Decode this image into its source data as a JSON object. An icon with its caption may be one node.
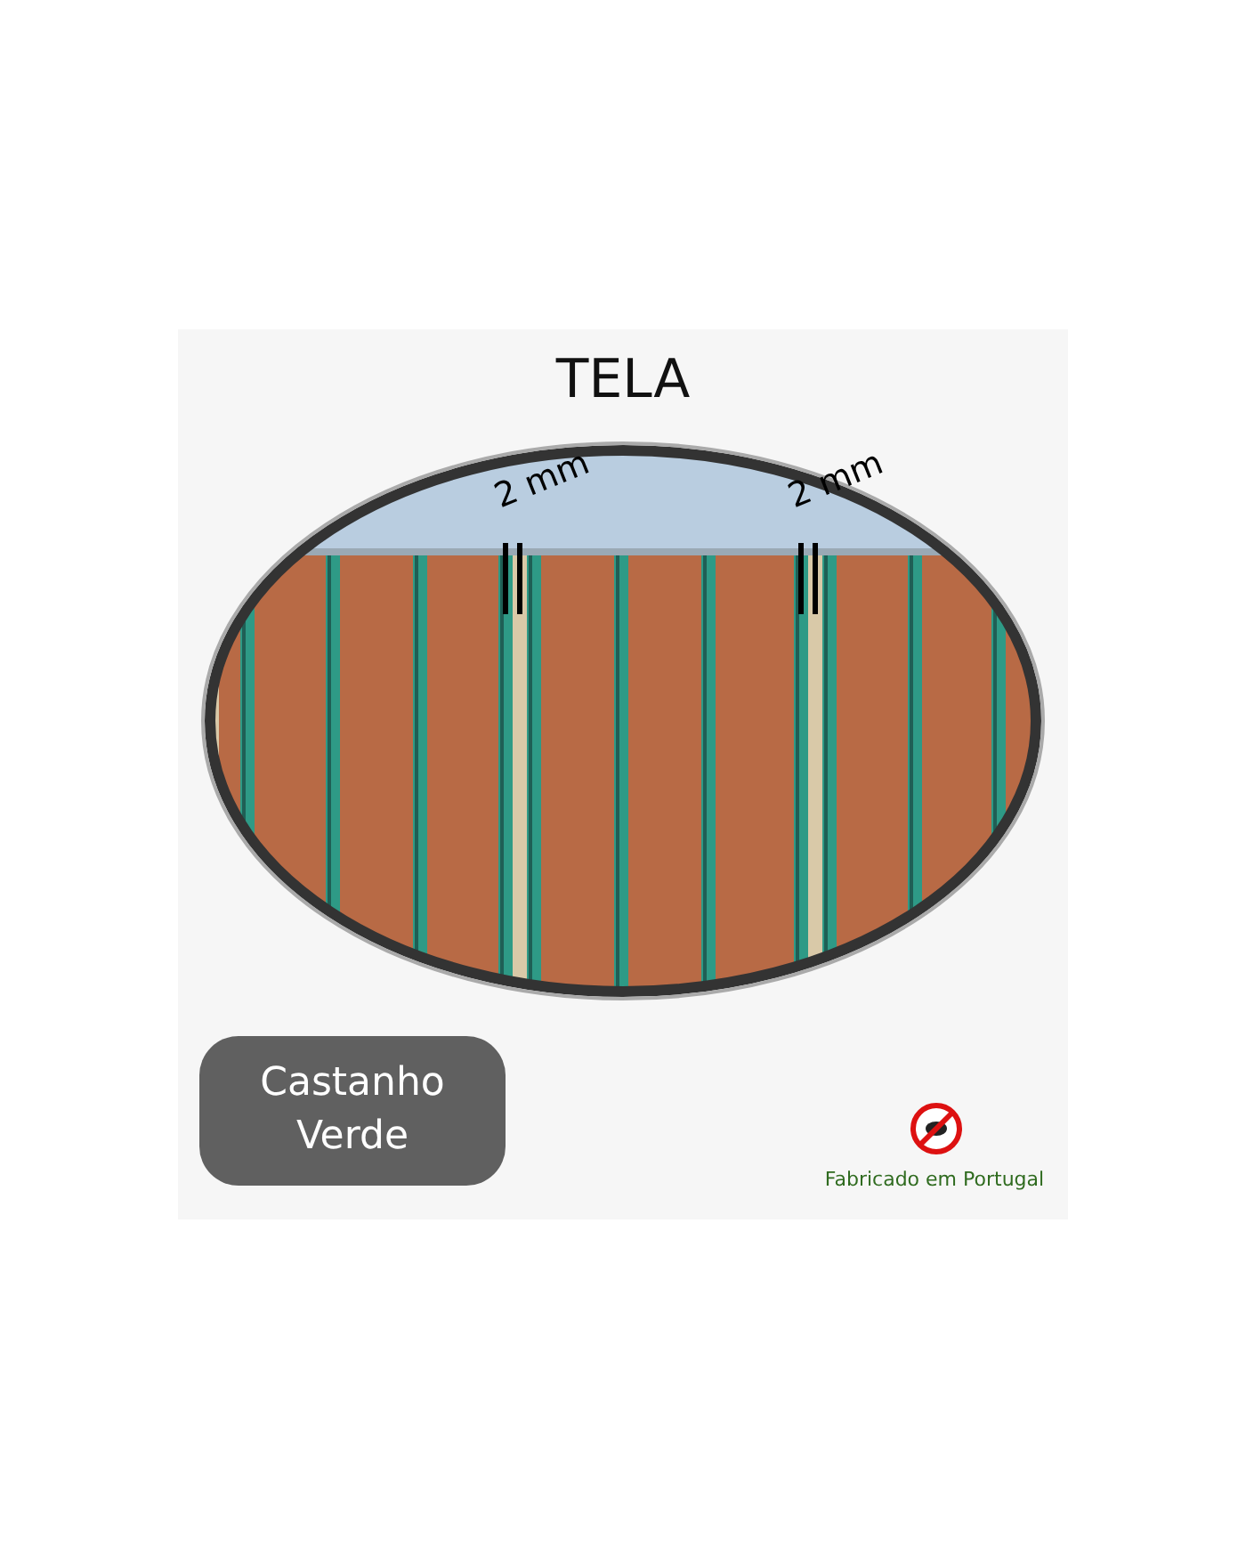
{
  "diagram": {
    "title": "TELA",
    "nodes": [
      {
        "text": [
          "Castanho",
          "Verde"
        ]
      }
    ],
    "labels": [
      "2 mm",
      "2 mm",
      "Fabricado em Portugal"
    ]
  }
}
